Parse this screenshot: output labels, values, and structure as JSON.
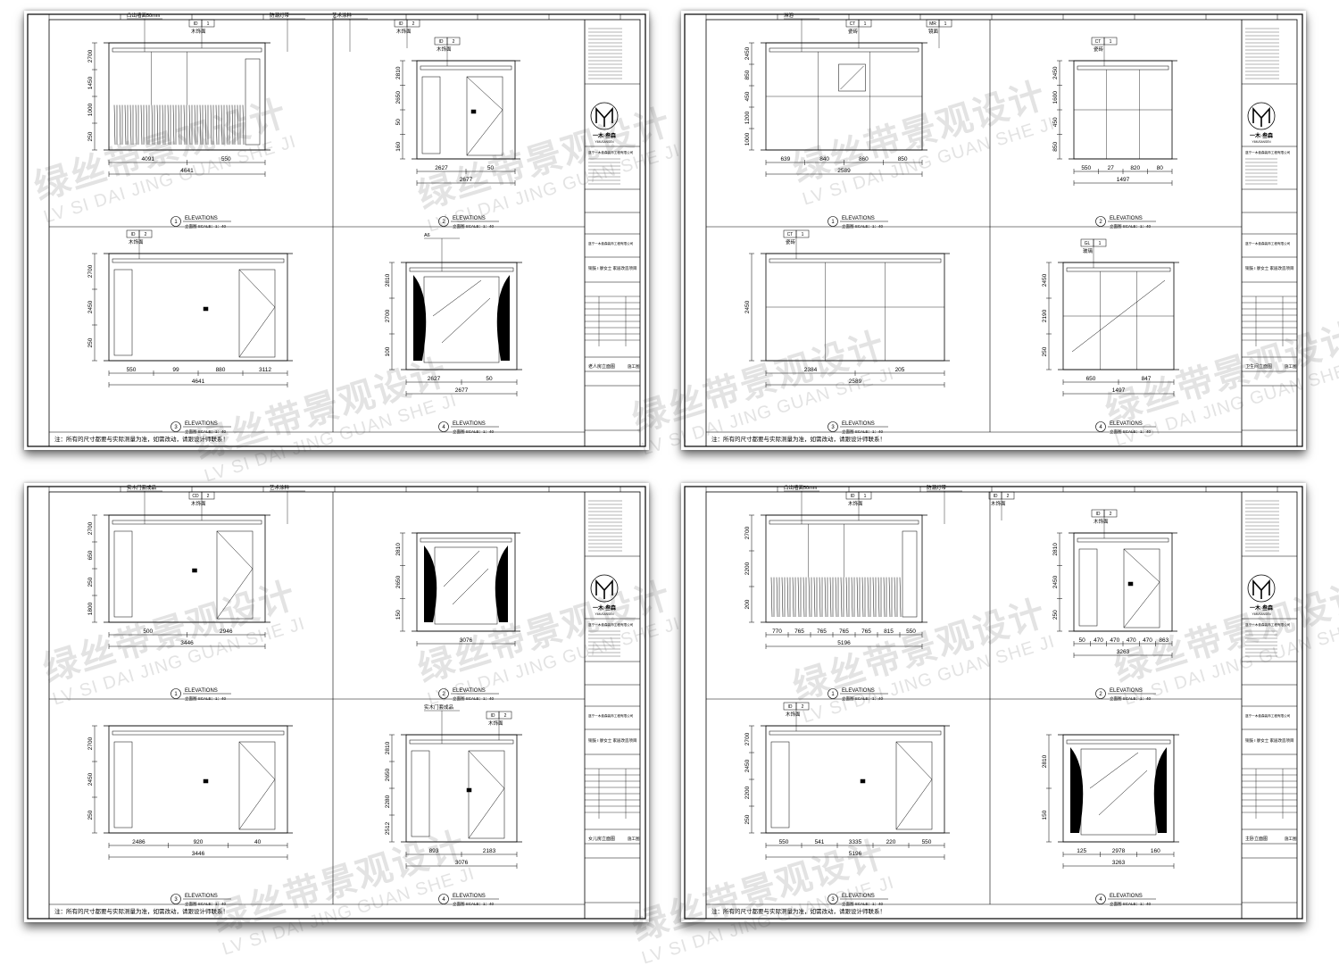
{
  "sheets": [
    {
      "elevations": [
        {
          "num": "1",
          "label": "ELEVATIONS",
          "sub": "立面图   SCALE：1：40",
          "callouts": [
            "凸出墙面50mm",
            "ID",
            "1",
            "木饰面",
            "防潮灯带",
            "艺术涂料",
            "ID",
            "2",
            "木饰面"
          ],
          "dims_bottom": [
            "4091",
            "550"
          ],
          "dims_total": "4641",
          "dims_left": [
            "2700",
            "1450",
            "1000",
            "250"
          ]
        },
        {
          "num": "2",
          "label": "ELEVATIONS",
          "sub": "立面图   SCALE：1：40",
          "callouts": [
            "ID",
            "2",
            "木饰面"
          ],
          "dims_bottom": [
            "2627",
            "50"
          ],
          "dims_total": "2677",
          "dims_left": [
            "2810",
            "2650",
            "50",
            "160"
          ]
        },
        {
          "num": "3",
          "label": "ELEVATIONS",
          "sub": "立面图   SCALE：1：40",
          "callouts": [
            "ID",
            "2",
            "木饰面"
          ],
          "dims_bottom": [
            "550",
            "99",
            "880",
            "3112"
          ],
          "dims_total": "4641",
          "dims_left": [
            "2700",
            "2450",
            "250"
          ]
        },
        {
          "num": "4",
          "label": "ELEVATIONS",
          "sub": "立面图   SCALE：1：40",
          "callouts": [
            "A6"
          ],
          "dims_bottom": [
            "2627",
            "50"
          ],
          "dims_total": "2677",
          "dims_left": [
            "2810",
            "2700",
            "100"
          ]
        }
      ],
      "title_block": {
        "company": "一木·叁森",
        "company_en": "YIMUSANSEN",
        "firm": "遂宁一木叁森装饰工程有限公司",
        "project": "铜鼓 I 廖女士 家居改造项目",
        "drawing": "老人房立面图",
        "stage": "施工图"
      }
    },
    {
      "elevations": [
        {
          "num": "1",
          "label": "ELEVATIONS",
          "sub": "立面图   SCALE：1：40",
          "callouts": [
            "淋浴",
            "CT",
            "1",
            "瓷砖",
            "MR",
            "1",
            "镜面"
          ],
          "dims_bottom": [
            "639",
            "840",
            "860",
            "850"
          ],
          "dims_total": "2589",
          "dims_left": [
            "2450",
            "850",
            "450",
            "1200",
            "1000"
          ]
        },
        {
          "num": "2",
          "label": "ELEVATIONS",
          "sub": "立面图   SCALE：1：40",
          "callouts": [
            "CT",
            "1",
            "瓷砖"
          ],
          "dims_bottom": [
            "550",
            "27",
            "820",
            "80"
          ],
          "dims_total": "1497",
          "dims_left": [
            "2450",
            "1600",
            "450",
            "850"
          ]
        },
        {
          "num": "3",
          "label": "ELEVATIONS",
          "sub": "立面图   SCALE：1：40",
          "callouts": [
            "CT",
            "1",
            "瓷砖"
          ],
          "dims_bottom": [
            "2384",
            "205"
          ],
          "dims_total": "2589",
          "dims_left": [
            "2450"
          ]
        },
        {
          "num": "4",
          "label": "ELEVATIONS",
          "sub": "立面图   SCALE：1：40",
          "callouts": [
            "GL",
            "1",
            "玻璃"
          ],
          "dims_bottom": [
            "650",
            "847"
          ],
          "dims_total": "1497",
          "dims_left": [
            "2450",
            "2190",
            "250"
          ]
        }
      ],
      "title_block": {
        "company": "一木·叁森",
        "company_en": "YIMUSANSEN",
        "firm": "遂宁一木叁森装饰工程有限公司",
        "project": "铜鼓 I 廖女士 家居改造项目",
        "drawing": "卫生间立面图",
        "stage": "施工图"
      }
    },
    {
      "elevations": [
        {
          "num": "1",
          "label": "ELEVATIONS",
          "sub": "立面图   SCALE：1：40",
          "callouts": [
            "实木门套成品",
            "CD",
            "2",
            "木饰面",
            "艺术涂料"
          ],
          "dims_bottom": [
            "500",
            "2946"
          ],
          "dims_total": "3446",
          "dims_left": [
            "2700",
            "650",
            "250",
            "1800"
          ]
        },
        {
          "num": "2",
          "label": "ELEVATIONS",
          "sub": "立面图   SCALE：1：40",
          "callouts": [],
          "dims_bottom": [
            "3076"
          ],
          "dims_total": "",
          "dims_left": [
            "2810",
            "2650",
            "150"
          ]
        },
        {
          "num": "3",
          "label": "ELEVATIONS",
          "sub": "立面图   SCALE：1：40",
          "callouts": [],
          "dims_bottom": [
            "2486",
            "920",
            "40"
          ],
          "dims_total": "3446",
          "dims_left": [
            "2700",
            "2450",
            "250"
          ]
        },
        {
          "num": "4",
          "label": "ELEVATIONS",
          "sub": "立面图   SCALE：1：40",
          "callouts": [
            "实木门套成品",
            "ID",
            "2",
            "木饰面"
          ],
          "dims_bottom": [
            "893",
            "2183"
          ],
          "dims_total": "3076",
          "dims_left": [
            "2810",
            "2650",
            "2280",
            "2512"
          ]
        }
      ],
      "title_block": {
        "company": "一木·叁森",
        "company_en": "YIMUSANSEN",
        "firm": "遂宁一木叁森装饰工程有限公司",
        "project": "铜鼓 I 廖女士 家居改造项目",
        "drawing": "女儿房立面图",
        "stage": "施工图"
      }
    },
    {
      "elevations": [
        {
          "num": "1",
          "label": "ELEVATIONS",
          "sub": "立面图   SCALE：1：40",
          "callouts": [
            "凸出墙面50mm",
            "ID",
            "1",
            "木饰面",
            "防潮灯带",
            "ID",
            "2",
            "木饰面"
          ],
          "dims_bottom": [
            "770",
            "765",
            "765",
            "765",
            "765",
            "815",
            "550"
          ],
          "dims_total": "5196",
          "dims_left": [
            "2700",
            "2200",
            "200"
          ]
        },
        {
          "num": "2",
          "label": "ELEVATIONS",
          "sub": "立面图   SCALE：1：40",
          "callouts": [
            "ID",
            "2",
            "木饰面"
          ],
          "dims_bottom": [
            "50",
            "470",
            "470",
            "470",
            "470",
            "863"
          ],
          "dims_total": "3263",
          "dims_left": [
            "2810",
            "2450",
            "250"
          ]
        },
        {
          "num": "3",
          "label": "ELEVATIONS",
          "sub": "立面图   SCALE：1：40",
          "callouts": [
            "ID",
            "2",
            "木饰面"
          ],
          "dims_bottom": [
            "550",
            "541",
            "3335",
            "220",
            "550"
          ],
          "dims_total": "5196",
          "dims_left": [
            "2700",
            "2450",
            "2200",
            "250"
          ]
        },
        {
          "num": "4",
          "label": "ELEVATIONS",
          "sub": "立面图   SCALE：1：40",
          "callouts": [],
          "dims_bottom": [
            "125",
            "2978",
            "160"
          ],
          "dims_total": "3263",
          "dims_left": [
            "2810",
            "150"
          ]
        }
      ],
      "title_block": {
        "company": "一木·叁森",
        "company_en": "YIMUSANSEN",
        "firm": "遂宁一木叁森装饰工程有限公司",
        "project": "铜鼓 I 廖女士 家居改造项目",
        "drawing": "主卧立面图",
        "stage": "施工图"
      }
    }
  ],
  "note": "注：所有的尺寸都要与实际测量为准，如需改动，请跟设计师联系！",
  "watermark": {
    "cn": "绿丝带景观设计",
    "en": "LV SI DAI JING GUAN SHE JI"
  }
}
